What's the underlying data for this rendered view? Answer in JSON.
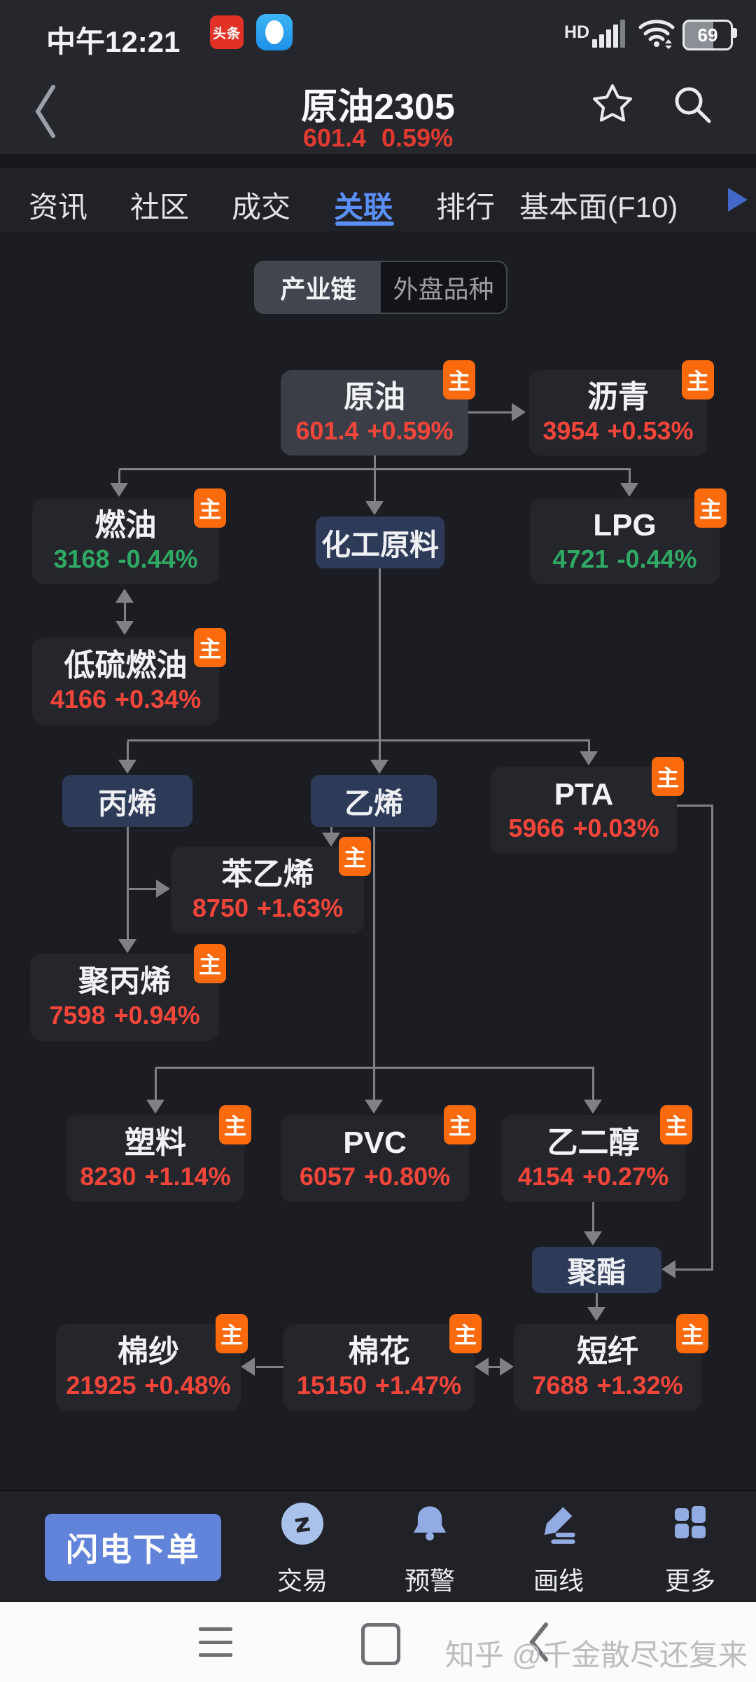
{
  "status_bar": {
    "time": "中午12:21",
    "app_icon_1": "头条",
    "hd": "HD",
    "battery": "69"
  },
  "header": {
    "title": "原油2305",
    "price": "601.4",
    "change": "0.59%"
  },
  "tabs": {
    "items": [
      "资讯",
      "社区",
      "成交",
      "关联",
      "排行",
      "基本面(F10)"
    ],
    "active": "关联"
  },
  "segment": {
    "options": [
      "产业链",
      "外盘品种"
    ],
    "active": "产业链"
  },
  "flow": {
    "badge": "主",
    "labels": {
      "chemical_feedstock": "化工原料",
      "propylene": "丙烯",
      "ethylene": "乙烯",
      "polyester": "聚酯"
    },
    "nodes": {
      "crude_oil": {
        "name": "原油",
        "price": "601.4",
        "change": "+0.59%",
        "trend": "up"
      },
      "bitumen": {
        "name": "沥青",
        "price": "3954",
        "change": "+0.53%",
        "trend": "up"
      },
      "fuel_oil": {
        "name": "燃油",
        "price": "3168",
        "change": "-0.44%",
        "trend": "down"
      },
      "lpg": {
        "name": "LPG",
        "price": "4721",
        "change": "-0.44%",
        "trend": "down"
      },
      "low_sulfur_fuel_oil": {
        "name": "低硫燃油",
        "price": "4166",
        "change": "+0.34%",
        "trend": "up"
      },
      "pta": {
        "name": "PTA",
        "price": "5966",
        "change": "+0.03%",
        "trend": "up"
      },
      "styrene": {
        "name": "苯乙烯",
        "price": "8750",
        "change": "+1.63%",
        "trend": "up"
      },
      "polypropylene": {
        "name": "聚丙烯",
        "price": "7598",
        "change": "+0.94%",
        "trend": "up"
      },
      "plastic": {
        "name": "塑料",
        "price": "8230",
        "change": "+1.14%",
        "trend": "up"
      },
      "pvc": {
        "name": "PVC",
        "price": "6057",
        "change": "+0.80%",
        "trend": "up"
      },
      "meg": {
        "name": "乙二醇",
        "price": "4154",
        "change": "+0.27%",
        "trend": "up"
      },
      "cotton_yarn": {
        "name": "棉纱",
        "price": "21925",
        "change": "+0.48%",
        "trend": "up"
      },
      "cotton": {
        "name": "棉花",
        "price": "15150",
        "change": "+1.47%",
        "trend": "up"
      },
      "short_fiber": {
        "name": "短纤",
        "price": "7688",
        "change": "+1.32%",
        "trend": "up"
      }
    }
  },
  "toolbar": {
    "order_button": "闪电下单",
    "items": [
      "交易",
      "预警",
      "画线",
      "更多"
    ],
    "icons": [
      "z-logo-icon",
      "bell-icon",
      "pencil-icon",
      "grid-icon"
    ]
  },
  "nav": {
    "watermark": "知乎 @千金散尽还复来"
  },
  "colors": {
    "up": "#f4453a",
    "down": "#2fa864",
    "accent_blue": "#5b8ff9",
    "badge_orange": "#fb6a0c"
  }
}
